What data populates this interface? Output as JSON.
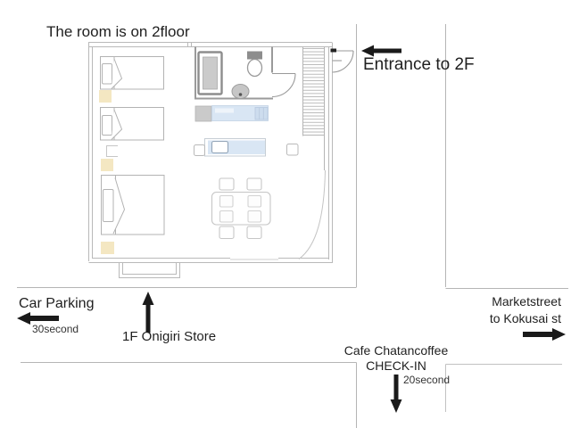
{
  "title": "The room is on 2floor",
  "labels": {
    "entrance": "Entrance to 2F",
    "car_parking": "Car Parking",
    "car_parking_time": "30second",
    "store": "1F Onigiri Store",
    "market_line1": "Marketstreet",
    "market_line2": "to Kokusai st",
    "cafe_line1": "Cafe Chatancoffee",
    "cafe_line2": "CHECK-IN",
    "cafe_time": "20second"
  },
  "colors": {
    "ink": "#1a1a1a",
    "street_line": "#b5b5b5",
    "wall_gray": "#9a9a9a",
    "fixture_gray": "#8d8d8d",
    "appliance_gray": "#cacaca",
    "counter_blue": "#d9e6f4",
    "accent_yellow": "#f4e7c2"
  },
  "floor_plan": {
    "floor": "2F",
    "furniture": [
      "single-bed",
      "single-bed",
      "double-bed",
      "night-table",
      "bathtub",
      "toilet",
      "wash-basin",
      "bathroom-door",
      "washing-machine",
      "kitchen-counter",
      "stove",
      "kitchen-island",
      "island-sink",
      "stool",
      "stool",
      "dining-table",
      "chair",
      "chair",
      "chair",
      "chair",
      "stairs",
      "entrance-door",
      "balcony",
      "terrace-door-swing"
    ],
    "lights": 3
  }
}
